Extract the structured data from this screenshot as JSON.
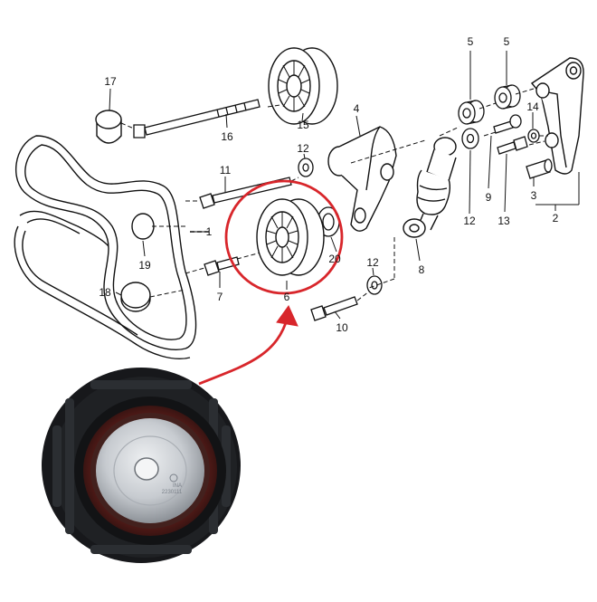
{
  "figure": {
    "part_labels": [
      "1",
      "2",
      "3",
      "4",
      "5",
      "5",
      "6",
      "7",
      "8",
      "9",
      "10",
      "11",
      "12",
      "12",
      "12",
      "12",
      "13",
      "14",
      "15",
      "16",
      "17",
      "18",
      "19",
      "20"
    ],
    "photo_stamp": [
      "INA",
      "2230111"
    ],
    "colors": {
      "line": "#111111",
      "highlight": "#d8262b",
      "pulley_tire": "#1b1d20",
      "pulley_ring": "#7a2a24",
      "pulley_hub": "#c7cbd0"
    }
  }
}
